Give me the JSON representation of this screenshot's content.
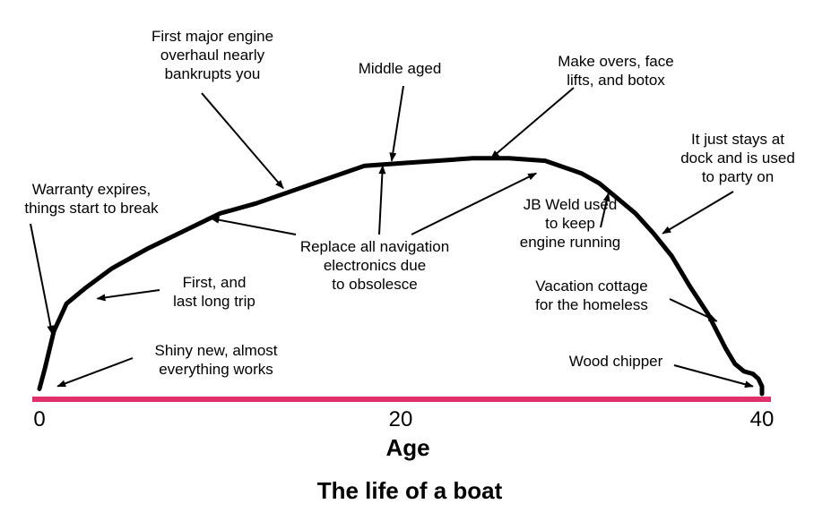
{
  "chart_data": {
    "type": "line",
    "title": "The life of a boat",
    "xlabel": "Age",
    "ylabel": "",
    "xlim": [
      0,
      40
    ],
    "ylim": [
      0,
      100
    ],
    "x_ticks": [
      0,
      20,
      40
    ],
    "grid": false,
    "legend": "none",
    "axis_color": "#e0306a",
    "line_color": "#000000",
    "series": [
      {
        "x": [
          0,
          0.3,
          0.8,
          1.5,
          2.5,
          4,
          6,
          8,
          10,
          12,
          14,
          16,
          18,
          20,
          22,
          24,
          26,
          28,
          30,
          31,
          32,
          33,
          34,
          35,
          36,
          37,
          38,
          38.5,
          39,
          39.5,
          39.8,
          40,
          40
        ],
        "y": [
          2,
          10,
          25,
          36,
          42,
          50,
          58,
          65,
          72,
          76,
          81,
          86,
          91,
          92,
          93,
          94,
          94,
          93,
          88,
          84,
          78,
          72,
          64,
          55,
          43,
          32,
          18,
          12,
          9,
          8,
          6,
          3,
          0
        ]
      }
    ],
    "annotations": [
      {
        "text": [
          "First major engine",
          "overhaul nearly",
          "bankrupts you"
        ],
        "target": [
          13.5,
          82
        ]
      },
      {
        "text": [
          "Middle aged"
        ],
        "target": [
          19.5,
          93
        ]
      },
      {
        "text": [
          "Make overs, face",
          "lifts, and botox"
        ],
        "target": [
          25,
          94
        ]
      },
      {
        "text": [
          "It just stays at",
          "dock and is used",
          "to party on"
        ],
        "target": [
          34.5,
          64
        ]
      },
      {
        "text": [
          "Warranty expires,",
          "things start to break"
        ],
        "target": [
          0.7,
          24
        ]
      },
      {
        "text": [
          "JB Weld used",
          "to keep",
          "engine running"
        ],
        "target": [
          31.5,
          80
        ]
      },
      {
        "text": [
          "Replace all navigation",
          "electronics due",
          "to obsolesce"
        ],
        "targets": [
          [
            9.5,
            70
          ],
          [
            19,
            91
          ],
          [
            27.5,
            88
          ]
        ]
      },
      {
        "text": [
          "First, and",
          "last long trip"
        ],
        "target": [
          3.2,
          38
        ]
      },
      {
        "text": [
          "Vacation cottage",
          "for the homeless"
        ],
        "target": [
          37.5,
          29
        ]
      },
      {
        "text": [
          "Shiny new, almost",
          "everything works"
        ],
        "target": [
          1,
          3
        ]
      },
      {
        "text": [
          "Wood chipper"
        ],
        "target": [
          39.5,
          3
        ]
      }
    ]
  }
}
